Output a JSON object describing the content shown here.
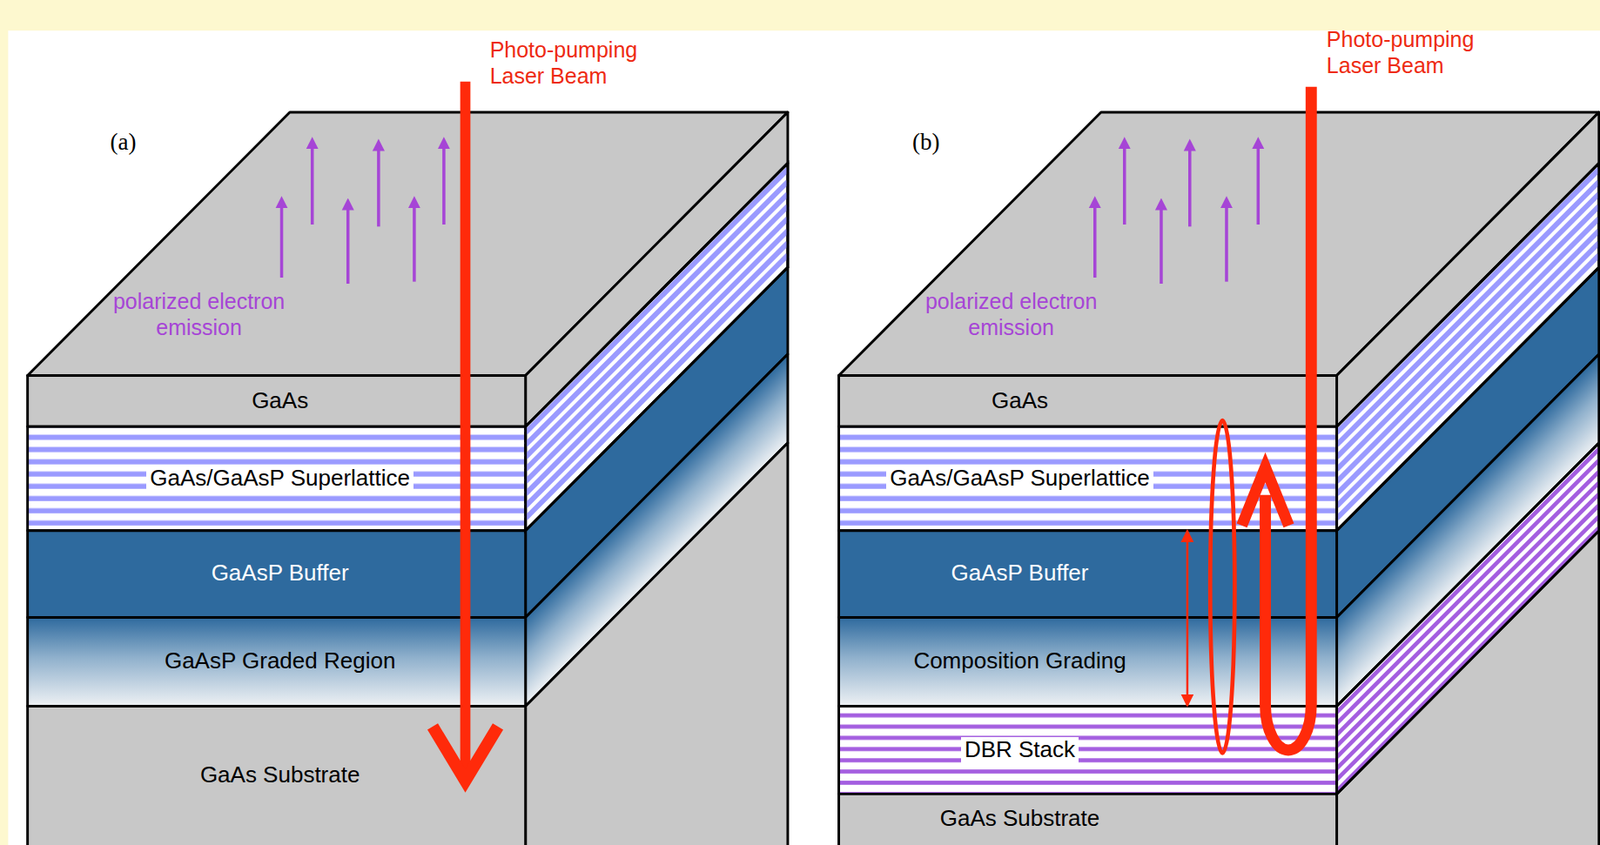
{
  "diagram": {
    "nodes": [
      {
        "text": [
          "GaAs"
        ]
      },
      {
        "text": [
          "GaAs/GaAsP Superlattice"
        ]
      },
      {
        "text": [
          "GaAsP Buffer"
        ]
      },
      {
        "text": [
          "GaAsP Graded Region"
        ]
      },
      {
        "text": [
          "GaAs Substrate"
        ]
      },
      {
        "text": [
          "GaAs"
        ]
      },
      {
        "text": [
          "GaAs/GaAsP Superlattice"
        ]
      },
      {
        "text": [
          "GaAsP Buffer"
        ]
      },
      {
        "text": [
          "Composition Grading"
        ]
      },
      {
        "text": [
          "DBR Stack"
        ]
      },
      {
        "text": [
          "GaAs Substrate"
        ]
      }
    ],
    "edges": [
      {
        "from": 6,
        "to": 9,
        "arrow": "both"
      }
    ],
    "labels": [
      "(a)",
      "Photo-pumping Laser Beam",
      "polarized electron emission",
      "(b)",
      "Photo-pumping Laser Beam",
      "polarized electron emission"
    ]
  }
}
